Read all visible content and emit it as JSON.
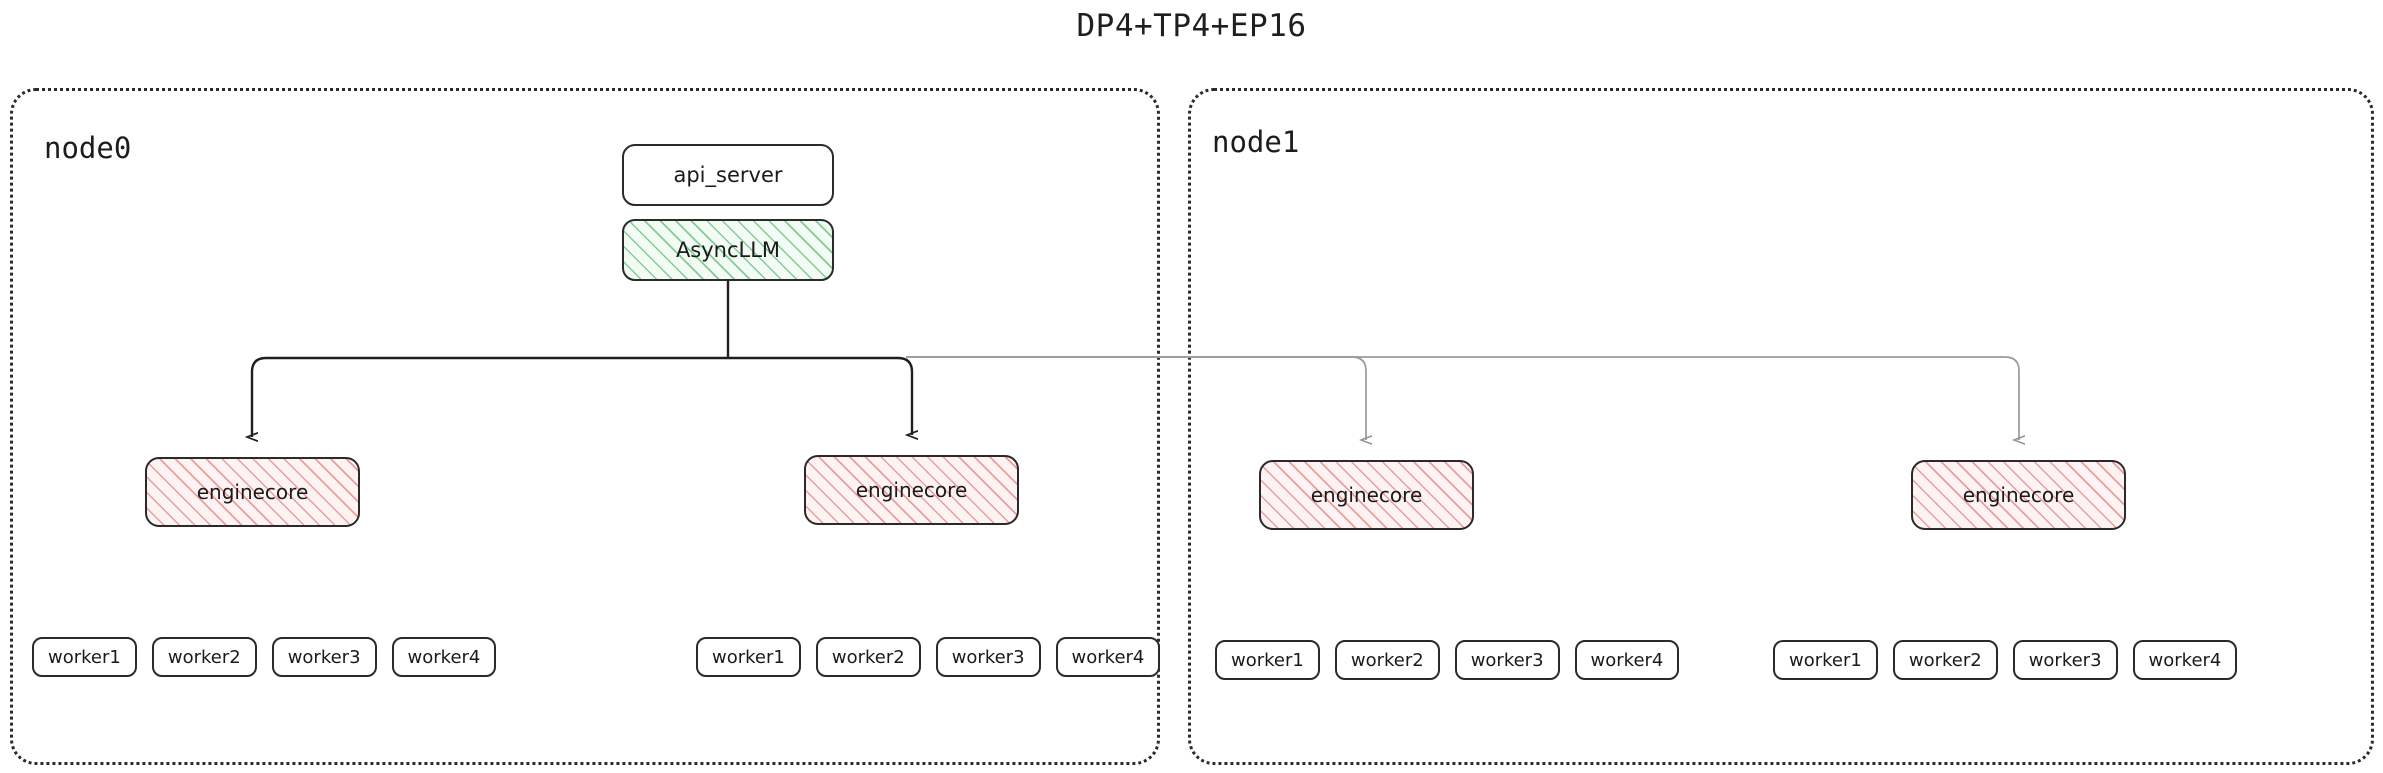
{
  "title": "DP4+TP4+EP16",
  "colors": {
    "stroke": "#2a2a2a",
    "container_border": "#2b2b2b",
    "asyncllm_hatch": "#7ec98f",
    "enginecore_hatch": "#e88e8e",
    "local_edge": "#1f1f1f",
    "remote_edge": "#9a9a9a",
    "background": "#ffffff"
  },
  "nodes": [
    {
      "id": "node0",
      "label": "node0",
      "top_stack": [
        {
          "name": "api_server",
          "label": "api_server",
          "style": "plain"
        },
        {
          "name": "AsyncLLM",
          "label": "AsyncLLM",
          "style": "hatched-green"
        }
      ],
      "enginecores": [
        {
          "label": "enginecore",
          "style": "hatched-red"
        },
        {
          "label": "enginecore",
          "style": "hatched-red"
        }
      ],
      "worker_groups": [
        {
          "workers": [
            "worker1",
            "worker2",
            "worker3",
            "worker4"
          ]
        },
        {
          "workers": [
            "worker1",
            "worker2",
            "worker3",
            "worker4"
          ]
        }
      ]
    },
    {
      "id": "node1",
      "label": "node1",
      "top_stack": [],
      "enginecores": [
        {
          "label": "enginecore",
          "style": "hatched-red"
        },
        {
          "label": "enginecore",
          "style": "hatched-red"
        }
      ],
      "worker_groups": [
        {
          "workers": [
            "worker1",
            "worker2",
            "worker3",
            "worker4"
          ]
        },
        {
          "workers": [
            "worker1",
            "worker2",
            "worker3",
            "worker4"
          ]
        }
      ]
    }
  ],
  "edges": [
    {
      "from": "AsyncLLM",
      "to": "node0.enginecore0",
      "kind": "local"
    },
    {
      "from": "AsyncLLM",
      "to": "node0.enginecore1",
      "kind": "local"
    },
    {
      "from": "AsyncLLM",
      "to": "node1.enginecore0",
      "kind": "remote"
    },
    {
      "from": "AsyncLLM",
      "to": "node1.enginecore1",
      "kind": "remote"
    }
  ]
}
